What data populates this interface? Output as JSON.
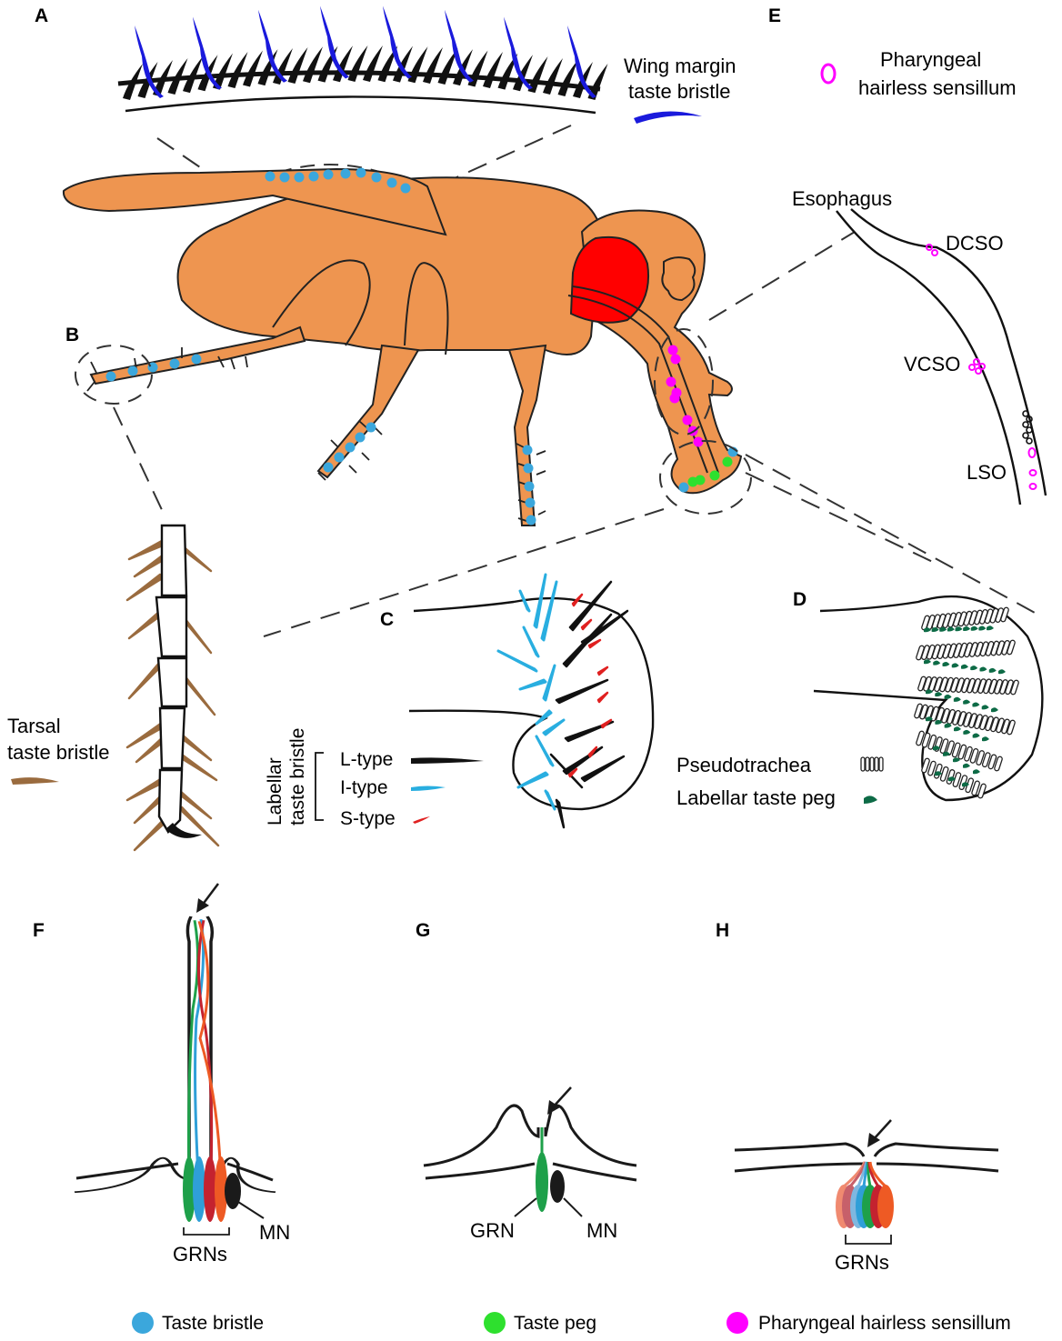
{
  "panels": {
    "A": "A",
    "B": "B",
    "C": "C",
    "D": "D",
    "E": "E",
    "F": "F",
    "G": "G",
    "H": "H"
  },
  "labels": {
    "wing_margin_line1": "Wing margin",
    "wing_margin_line2": "taste bristle",
    "pharyngeal_line1": "Pharyngeal",
    "pharyngeal_line2": "hairless sensillum",
    "esophagus": "Esophagus",
    "dcso": "DCSO",
    "vcso": "VCSO",
    "lso": "LSO",
    "tarsal_line1": "Tarsal",
    "tarsal_line2": "taste bristle",
    "labellar_line1": "Labellar",
    "labellar_line2": "taste bristle",
    "l_type": "L-type",
    "i_type": "I-type",
    "s_type": "S-type",
    "pseudotrachea": "Pseudotrachea",
    "labellar_taste_peg": "Labellar taste peg",
    "grns_f": "GRNs",
    "mn_f": "MN",
    "grn_g": "GRN",
    "mn_g": "MN",
    "grns_h": "GRNs"
  },
  "legend": [
    {
      "label": "Taste bristle",
      "color": "#3ba7dc"
    },
    {
      "label": "Taste peg",
      "color": "#2ee02e"
    },
    {
      "label": "Pharyngeal hairless sensillum",
      "color": "#ff00ff"
    }
  ],
  "colors": {
    "fly_body": "#ee9550",
    "eye": "#ff0000",
    "taste_bristle": "#3ba7dc",
    "taste_peg": "#2ee02e",
    "pharyngeal": "#ff00ff",
    "wing_bristle": "#1a1adc",
    "tarsal_bristle": "#9a6b3e",
    "i_type": "#29aee0",
    "s_type": "#e02020",
    "taste_peg_labellar": "#0d6b46",
    "grn_green": "#1ea04a",
    "grn_blue": "#2f9fd8",
    "grn_red": "#c4222f",
    "grn_orange": "#ee5a24"
  }
}
